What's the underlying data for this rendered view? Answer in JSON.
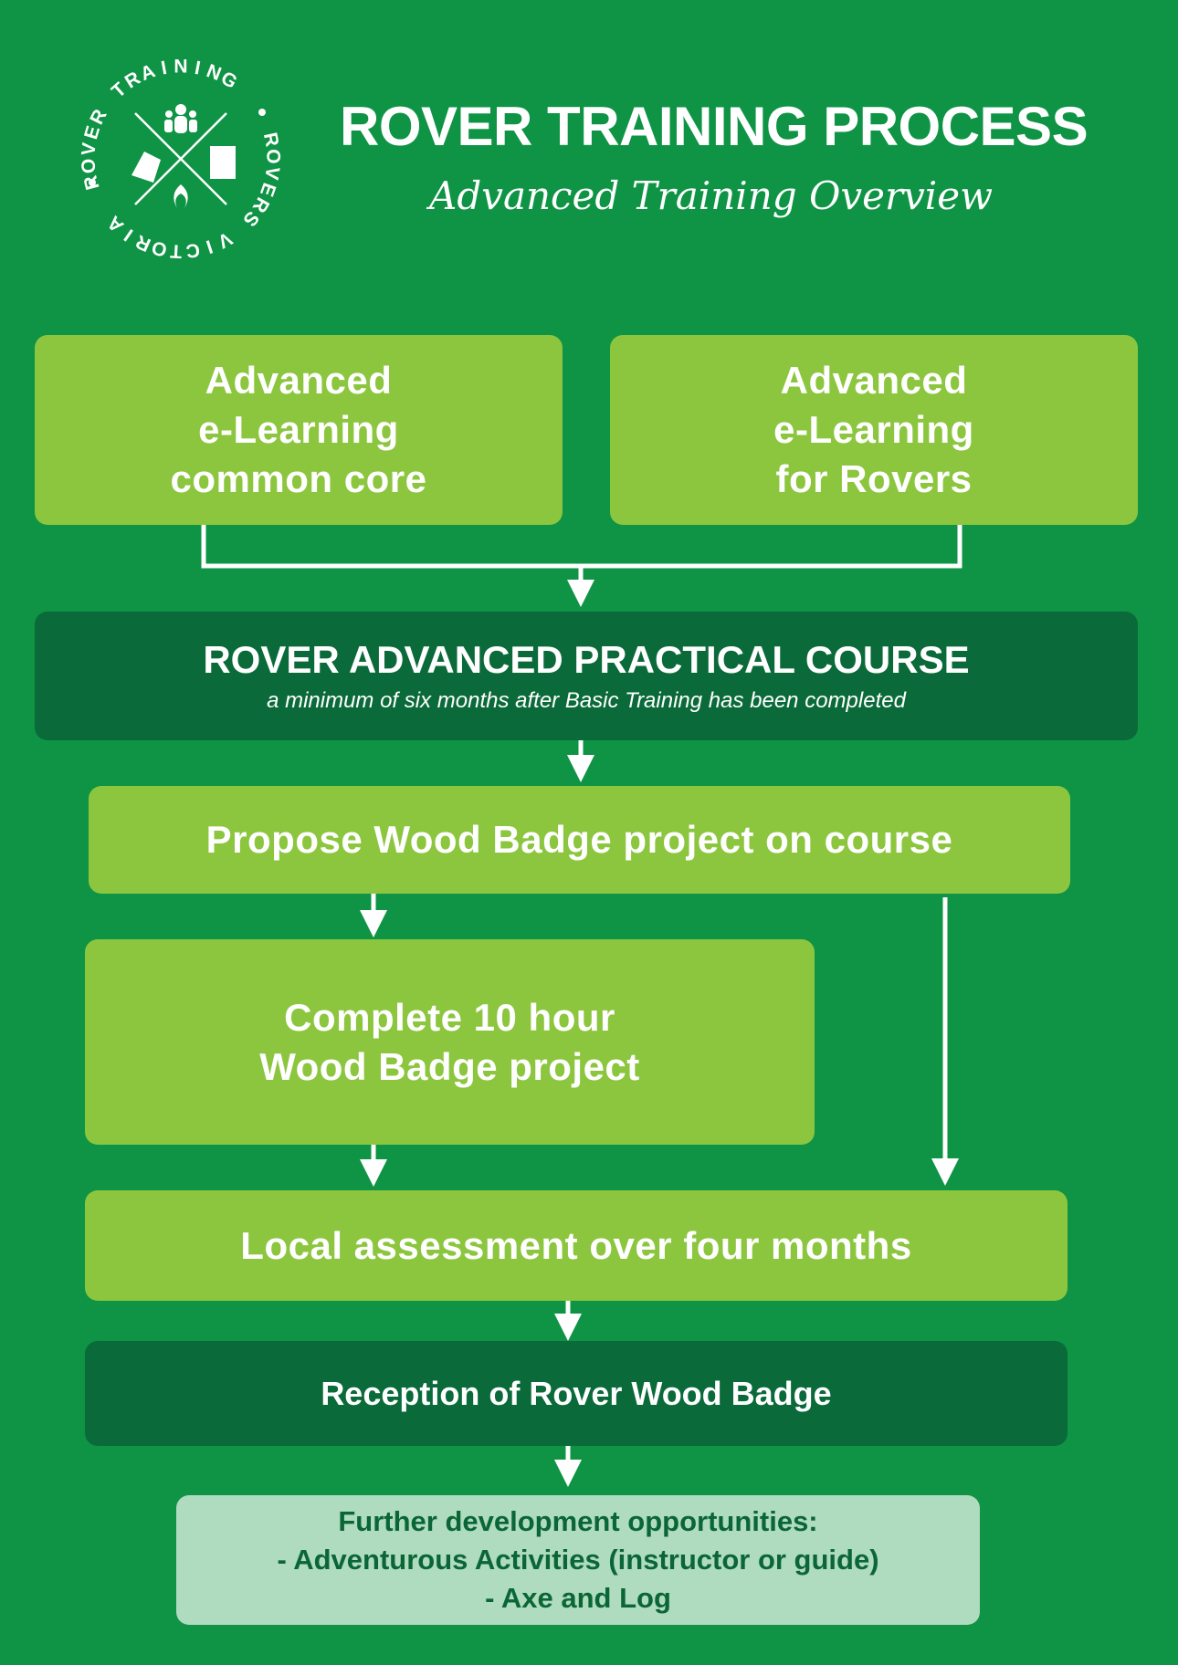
{
  "logo": {
    "top_text": "ROVER TRAINING",
    "right_text": "ROVERS",
    "bottom_text": "VICTORIA"
  },
  "header": {
    "title": "ROVER TRAINING PROCESS",
    "subtitle": "Advanced Training Overview"
  },
  "colors": {
    "background": "#0e9444",
    "light_box": "#8cc63f",
    "dark_box": "#0a6a39",
    "pale_box": "#afdbbf",
    "pale_text": "#0b6636"
  },
  "steps": {
    "elearning_core": [
      "Advanced",
      "e-Learning",
      "common core"
    ],
    "elearning_rovers": [
      "Advanced",
      "e-Learning",
      "for Rovers"
    ],
    "practical_course": {
      "title": "ROVER ADVANCED PRACTICAL COURSE",
      "note": "a minimum of six months after Basic Training has been completed"
    },
    "propose": "Propose Wood Badge project on course",
    "complete": [
      "Complete 10 hour",
      "Wood Badge project"
    ],
    "assessment": "Local assessment over four months",
    "reception": "Reception of Rover Wood Badge",
    "further": [
      "Further development opportunities:",
      "- Adventurous Activities (instructor or guide)",
      "- Axe and Log"
    ]
  }
}
